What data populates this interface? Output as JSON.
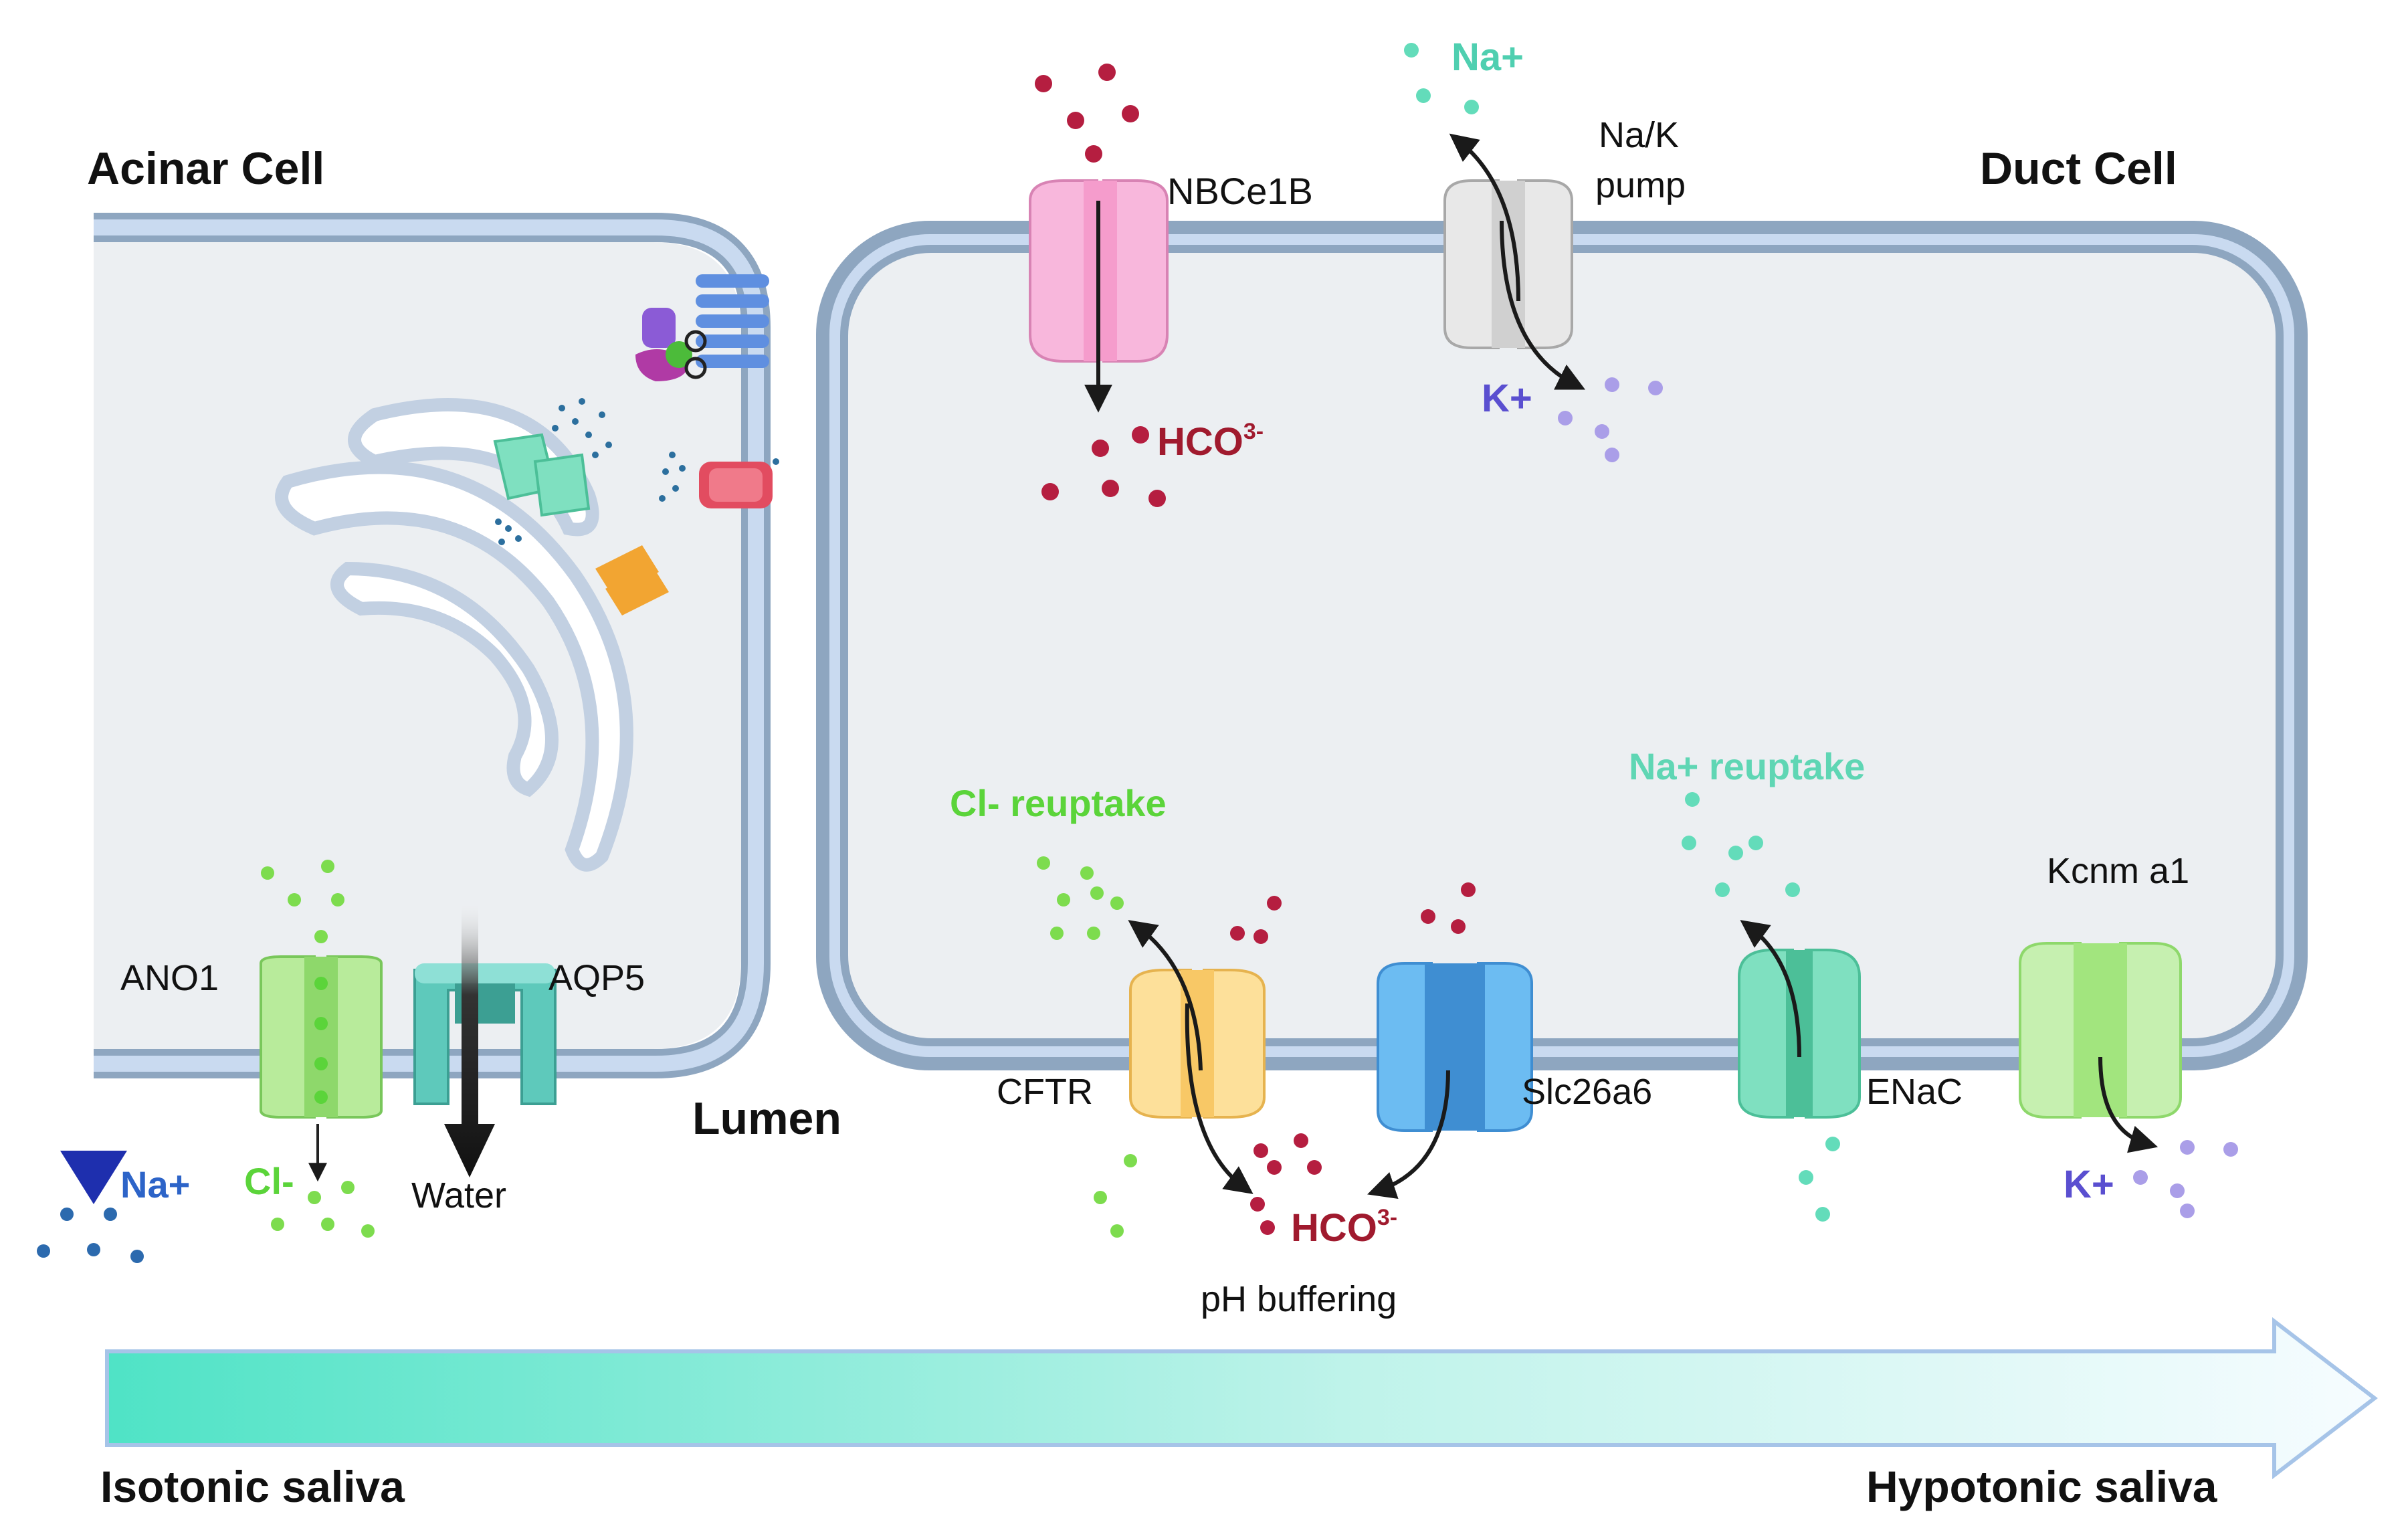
{
  "labels": {
    "acinar_cell": "Acinar Cell",
    "duct_cell": "Duct Cell",
    "lumen": "Lumen",
    "ano1": "ANO1",
    "aqp5": "AQP5",
    "water": "Water",
    "na_acinar": "Na+",
    "cl_acinar": "Cl-",
    "nbce1b": "NBCe1B",
    "hco3_top": "HCO",
    "hco3_top_sup": "3-",
    "na_top": "Na+",
    "nak_pump_line1": "Na/K",
    "nak_pump_line2": "pump",
    "k_top": "K+",
    "cl_reuptake": "Cl- reuptake",
    "na_reuptake": "Na+ reuptake",
    "kcnma1": "Kcnm a1",
    "cftr": "CFTR",
    "slc26a6": "Slc26a6",
    "enac": "ENaC",
    "k_bottom": "K+",
    "hco3_bottom": "HCO",
    "hco3_bottom_sup": "3-",
    "ph_buffering": "pH buffering",
    "isotonic": "Isotonic saliva",
    "hypotonic": "Hypotonic saliva"
  },
  "colors": {
    "membrane_outer": "#8ea6c0",
    "membrane_inner": "#c9daf0",
    "cytoplasm": "#eceff2",
    "na": "#2d64c8",
    "cl": "#5bd43a",
    "hco3": "#a01a2e",
    "na_duct": "#5fd6b4",
    "k": "#6a5ad8",
    "gradient_start": "#4fe3c6",
    "gradient_end": "#f2fbff"
  },
  "icons": [
    "ano1-channel",
    "aqp5-channel",
    "nbce1b-transporter",
    "nak-pump",
    "cftr-channel",
    "slc26a6-exchanger",
    "enac-channel",
    "kcnma1-channel",
    "endoplasmic-reticulum",
    "receptor-complex"
  ]
}
